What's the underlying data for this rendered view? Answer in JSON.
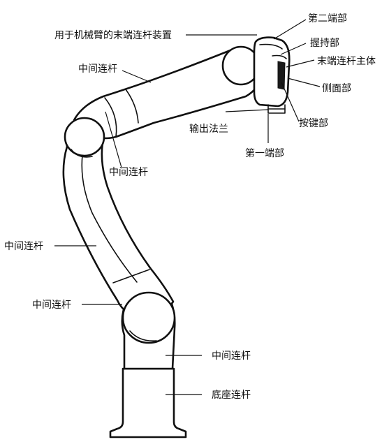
{
  "labels": {
    "end_link_device": "用于机械臂的末端连杆装置",
    "second_end": "第二端部",
    "grip": "握持部",
    "end_link_body": "末端连杆主体",
    "side": "侧面部",
    "button": "按键部",
    "output_flange": "输出法兰",
    "first_end": "第一端部",
    "middle_link_1": "中间连杆",
    "middle_link_2": "中间连杆",
    "middle_link_3": "中间连杆",
    "middle_link_4": "中间连杆",
    "middle_link_5": "中间连杆",
    "base_link": "底座连杆"
  },
  "colors": {
    "line": "#111111",
    "background": "#ffffff"
  }
}
